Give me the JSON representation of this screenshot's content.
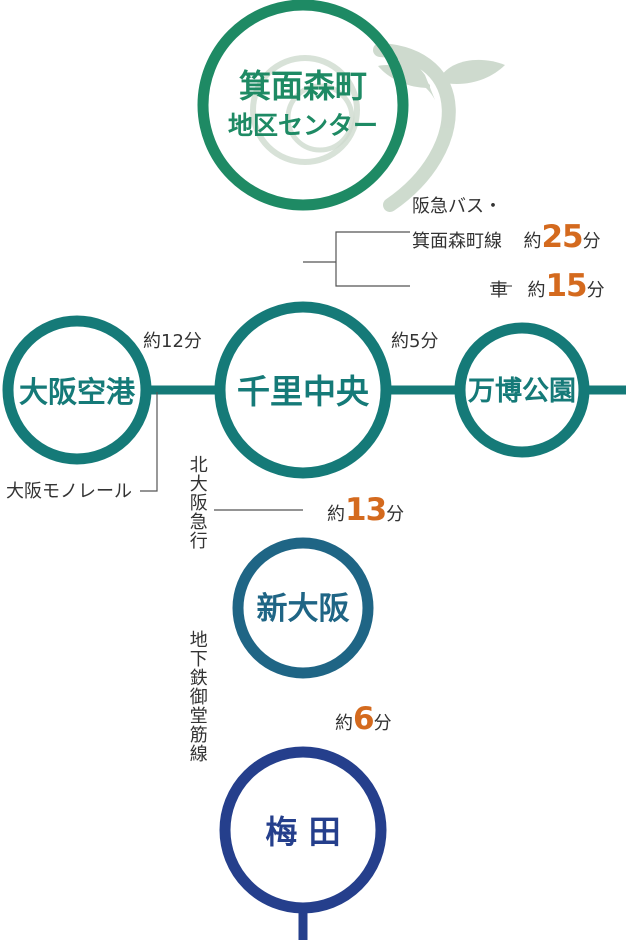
{
  "stations": {
    "minoh": {
      "line1": "箕面森町",
      "line2": "地区センター"
    },
    "senri": "千里中央",
    "airport": "大阪空港",
    "expo": "万博公園",
    "shinosaka": "新大阪",
    "umeda": "梅 田"
  },
  "routes": {
    "bus": {
      "line1": "阪急バス・",
      "line2": "箕面森町線",
      "prefix": "約",
      "minutes": "25",
      "unit": "分"
    },
    "car": {
      "label": "車",
      "prefix": "約",
      "minutes": "15",
      "unit": "分"
    },
    "airport_time": "約12分",
    "expo_time": "約5分",
    "monorail": "大阪モノレール",
    "kita_osaka": "北大阪急行",
    "kita_time": {
      "prefix": "約",
      "minutes": "13",
      "unit": "分"
    },
    "midosuji": "地下鉄御堂筋線",
    "midosuji_time": {
      "prefix": "約",
      "minutes": "6",
      "unit": "分"
    }
  },
  "colors": {
    "green": "#1e8a64",
    "teal": "#157a78",
    "blue_teal": "#1f6585",
    "navy": "#253f8c",
    "orange": "#d46a1e",
    "leaf": "#c9d7c9"
  }
}
